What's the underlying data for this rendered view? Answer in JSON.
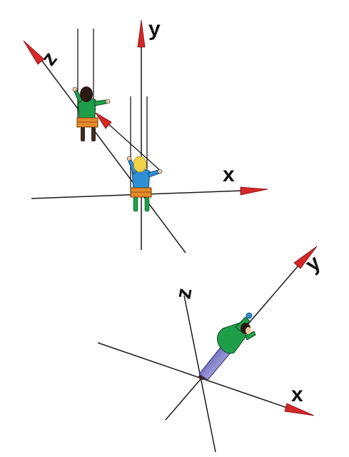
{
  "colors": {
    "background": "#ffffff",
    "line": "#1a1a1a",
    "arrowhead": "#d62828",
    "arrow_edge": "#7a0f0f",
    "shirt": "#1f9e4a",
    "shirt_blue": "#2f8fd6",
    "seat": "#e88a2a",
    "skin": "#f2c9a0",
    "hair_dark": "#2b1a12",
    "hair_blonde": "#f3d34a",
    "pants": "#6d6ad0",
    "shoes": "#3a2a20"
  },
  "top_diagram": {
    "axes": {
      "x": {
        "label": "x"
      },
      "y": {
        "label": "y"
      },
      "z": {
        "label": "z"
      }
    },
    "figures": [
      {
        "name": "child-dark-hair",
        "hair": "dark",
        "shirt": "green"
      },
      {
        "name": "child-blonde-hair",
        "hair": "blonde",
        "shirt": "blue"
      }
    ]
  },
  "bottom_diagram": {
    "axes": {
      "x": {
        "label": "x"
      },
      "y": {
        "label": "y"
      },
      "z": {
        "label": "z"
      }
    },
    "figures": [
      {
        "name": "standing-person",
        "shirt": "green"
      }
    ]
  }
}
